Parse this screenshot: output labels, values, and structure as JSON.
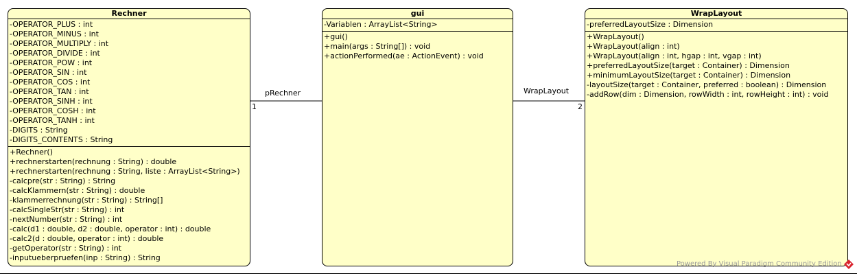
{
  "classes": {
    "rechner": {
      "name": "Rechner",
      "attributes": [
        "-OPERATOR_PLUS : int",
        "-OPERATOR_MINUS : int",
        "-OPERATOR_MULTIPLY : int",
        "-OPERATOR_DIVIDE : int",
        "-OPERATOR_POW : int",
        "-OPERATOR_SIN : int",
        "-OPERATOR_COS : int",
        "-OPERATOR_TAN : int",
        "-OPERATOR_SINH : int",
        "-OPERATOR_COSH : int",
        "-OPERATOR_TANH : int",
        "-DIGITS : String",
        "-DIGITS_CONTENTS : String"
      ],
      "operations": [
        "+Rechner()",
        "+rechnerstarten(rechnung : String) : double",
        "+rechnerstarten(rechnung : String, liste : ArrayList<String>)",
        "-calcpre(str : String) : String",
        "-calcKlammern(str : String) : double",
        "-klammerrechnung(str : String) : String[]",
        "-calcSingleStr(str : String) : int",
        "-nextNumber(str : String) : int",
        "-calc(d1 : double, d2 : double, operator : int) : double",
        "-calc2(d : double, operator : int) : double",
        "-getOperator(str : String) : int",
        "-inputueberpruefen(inp : String) : String"
      ]
    },
    "gui": {
      "name": "gui",
      "attributes": [
        "-Variablen : ArrayList<String>"
      ],
      "operations": [
        "+gui()",
        "+main(args : String[]) : void",
        "+actionPerformed(ae : ActionEvent) : void"
      ]
    },
    "wraplayout": {
      "name": "WrapLayout",
      "attributes": [
        "-preferredLayoutSize : Dimension"
      ],
      "operations": [
        "+WrapLayout()",
        "+WrapLayout(align : int)",
        "+WrapLayout(align : int, hgap : int, vgap : int)",
        "+preferredLayoutSize(target : Container) : Dimension",
        "+minimumLayoutSize(target : Container) : Dimension",
        "-layoutSize(target : Container, preferred : boolean) : Dimension",
        "-addRow(dim : Dimension, rowWidth : int, rowHeight : int) : void"
      ]
    }
  },
  "associations": {
    "rechner_gui": {
      "role": "pRechner",
      "multiplicity": "1"
    },
    "gui_wraplayout": {
      "role": "WrapLayout",
      "multiplicity": "2"
    }
  },
  "footer": {
    "text": "Powered By Visual Paradigm Community Edition"
  },
  "colors": {
    "class_fill": "#ffffc8",
    "line": "#000000",
    "footer_text": "#9a9a9a",
    "logo": "#d9232d"
  }
}
